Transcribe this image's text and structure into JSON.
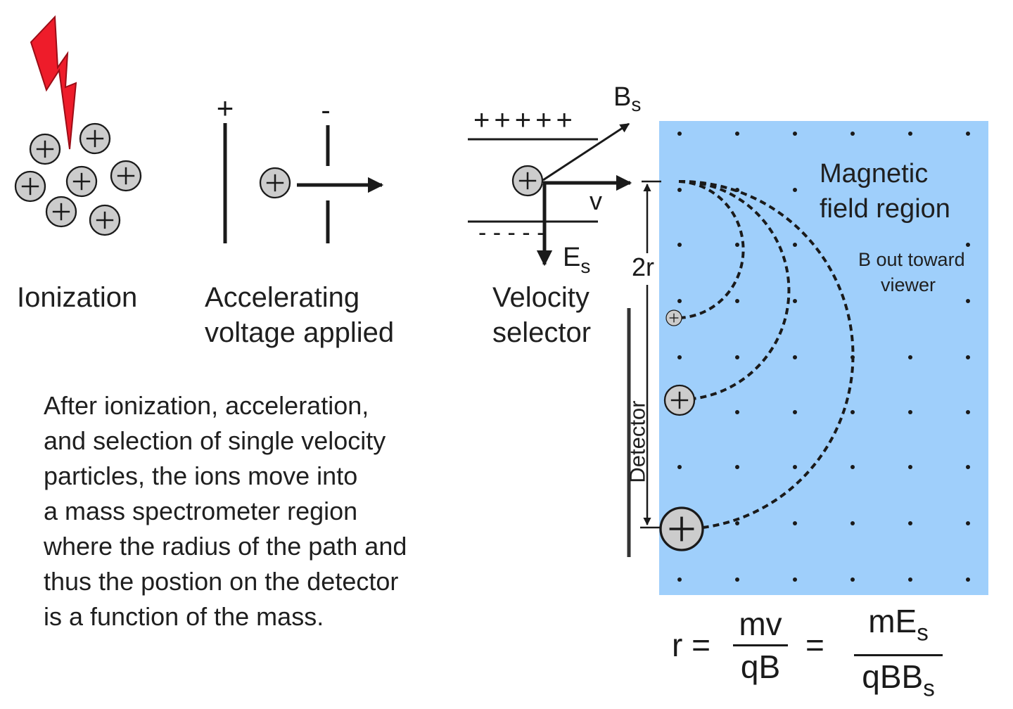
{
  "labels": {
    "ionization": "Ionization",
    "accelerating_line1": "Accelerating",
    "accelerating_line2": "voltage applied",
    "velocity_line1": "Velocity",
    "velocity_line2": "selector",
    "plus_sign": "+",
    "minus_sign": "-",
    "plate_plus": "+++++",
    "plate_minus": "- - - - -",
    "bs_main": "B",
    "bs_sub": "s",
    "v": "v",
    "es_main": "E",
    "es_sub": "s",
    "two_r": "2r",
    "detector": "Detector",
    "magnetic_line1": "Magnetic",
    "magnetic_line2": "field region",
    "b_out_line1": "B out toward",
    "b_out_line2": "viewer"
  },
  "description": [
    "After ionization, acceleration,",
    "and selection of single velocity",
    "particles, the ions move into",
    "a mass spectrometer region",
    "where the radius of the path and",
    "thus the postion on the detector",
    "is a function of the mass."
  ],
  "equation": {
    "lhs": "r =",
    "num1": "mv",
    "den1": "qB",
    "equals": "=",
    "num2_main": "mE",
    "num2_sub": "s",
    "den2_main": "qBB",
    "den2_sub": "s"
  },
  "colors": {
    "field_region": "#9fcffb",
    "lightning": "#ee1c2a",
    "ion_fill": "#cccccc",
    "ink": "#1a1a1a"
  },
  "icons": {
    "lightning": "lightning-bolt-icon",
    "ion": "positive-ion-icon"
  }
}
